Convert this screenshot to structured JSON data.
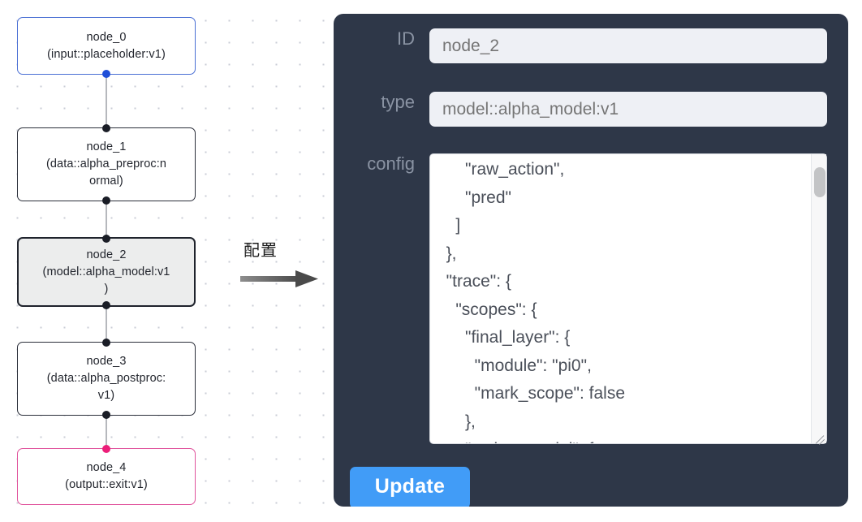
{
  "graph": {
    "nodes": [
      {
        "id": "node_0",
        "label": "node_0\n(input::placeholder:v1)",
        "kind": "input",
        "selected": false,
        "accent": "#4a6fd4"
      },
      {
        "id": "node_1",
        "label": "node_1\n(data::alpha_preproc:n\normal)",
        "kind": "data",
        "selected": false,
        "accent": "#2b2f3a"
      },
      {
        "id": "node_2",
        "label": "node_2\n(model::alpha_model:v1\n)",
        "kind": "model",
        "selected": true,
        "accent": "#1f232c"
      },
      {
        "id": "node_3",
        "label": "node_3\n(data::alpha_postproc:\nv1)",
        "kind": "data",
        "selected": false,
        "accent": "#2b2f3a"
      },
      {
        "id": "node_4",
        "label": "node_4\n(output::exit:v1)",
        "kind": "output",
        "selected": false,
        "accent": "#e0539c"
      }
    ],
    "edge_color": "#b6b8bd",
    "handle_colors": {
      "default": "#1a1d26",
      "input": "#1f4fd8",
      "output": "#ec1e79"
    },
    "grid_dot_color": "#c9ccd6"
  },
  "annotation": {
    "label": "配置",
    "arrow_color": "#5b5b5b"
  },
  "panel": {
    "background": "#2e3748",
    "label_color": "#8a93a3",
    "fields": {
      "id": {
        "label": "ID",
        "value": "node_2",
        "placeholder": "node_2"
      },
      "type": {
        "label": "type",
        "value": "model::alpha_model:v1",
        "placeholder": "model::alpha_model:v1"
      },
      "config": {
        "label": "config",
        "value": "      \"raw_action\",\n      \"pred\"\n    ]\n  },\n  \"trace\": {\n    \"scopes\": {\n      \"final_layer\": {\n        \"module\": \"pi0\",\n        \"mark_scope\": false\n      },\n      \"action_model\": {",
        "placeholder": "config"
      }
    },
    "update_button": {
      "label": "Update",
      "color": "#419cf7",
      "text_color": "#ffffff"
    },
    "scrollbar": {
      "track_color": "#f7f7f8",
      "thumb_color": "#c3c4c6"
    }
  }
}
